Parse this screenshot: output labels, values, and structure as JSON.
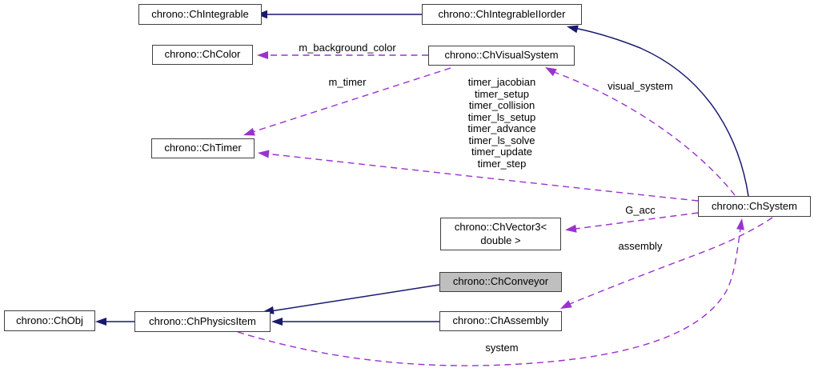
{
  "diagram_type": "class-collaboration-graph",
  "colors": {
    "inheritance_edge": "#191970",
    "usage_edge": "#9a32cd",
    "node_border": "#404040",
    "node_fill": "#ffffff",
    "current_node_fill": "#bfbfbf",
    "background": "#ffffff"
  },
  "nodes": {
    "chintegrable": {
      "label": "chrono::ChIntegrable"
    },
    "chintegrableiiorder": {
      "label": "chrono::ChIntegrableIIorder"
    },
    "chcolor": {
      "label": "chrono::ChColor"
    },
    "chvisualsystem": {
      "label": "chrono::ChVisualSystem"
    },
    "chtimer": {
      "label": "chrono::ChTimer"
    },
    "chsystem": {
      "label": "chrono::ChSystem"
    },
    "chvector3": {
      "line1": "chrono::ChVector3<",
      "line2": "double >"
    },
    "chconveyor": {
      "label": "chrono::ChConveyor"
    },
    "chassembly": {
      "label": "chrono::ChAssembly"
    },
    "chobj": {
      "label": "chrono::ChObj"
    },
    "chphysicsitem": {
      "label": "chrono::ChPhysicsItem"
    }
  },
  "edges": [
    {
      "type": "inheritance",
      "from": "chrono::ChIntegrableIIorder",
      "to": "chrono::ChIntegrable",
      "label": ""
    },
    {
      "type": "inheritance",
      "from": "chrono::ChSystem",
      "to": "chrono::ChIntegrableIIorder",
      "label": ""
    },
    {
      "type": "inheritance",
      "from": "chrono::ChConveyor",
      "to": "chrono::ChPhysicsItem",
      "label": ""
    },
    {
      "type": "inheritance",
      "from": "chrono::ChAssembly",
      "to": "chrono::ChPhysicsItem",
      "label": ""
    },
    {
      "type": "inheritance",
      "from": "chrono::ChPhysicsItem",
      "to": "chrono::ChObj",
      "label": ""
    },
    {
      "type": "usage",
      "from": "chrono::ChVisualSystem",
      "to": "chrono::ChColor",
      "label": "m_background_color"
    },
    {
      "type": "usage",
      "from": "chrono::ChVisualSystem",
      "to": "chrono::ChTimer",
      "label": "m_timer"
    },
    {
      "type": "usage",
      "from": "chrono::ChSystem",
      "to": "chrono::ChTimer",
      "labels": [
        "timer_jacobian",
        "timer_setup",
        "timer_collision",
        "timer_ls_setup",
        "timer_advance",
        "timer_ls_solve",
        "timer_update",
        "timer_step"
      ]
    },
    {
      "type": "usage",
      "from": "chrono::ChSystem",
      "to": "chrono::ChVisualSystem",
      "label": "visual_system"
    },
    {
      "type": "usage",
      "from": "chrono::ChSystem",
      "to": "chrono::ChVector3< double >",
      "label": "G_acc"
    },
    {
      "type": "usage",
      "from": "chrono::ChSystem",
      "to": "chrono::ChAssembly",
      "label": "assembly"
    },
    {
      "type": "usage",
      "from": "chrono::ChPhysicsItem",
      "to": "chrono::ChSystem",
      "label": "system"
    }
  ]
}
